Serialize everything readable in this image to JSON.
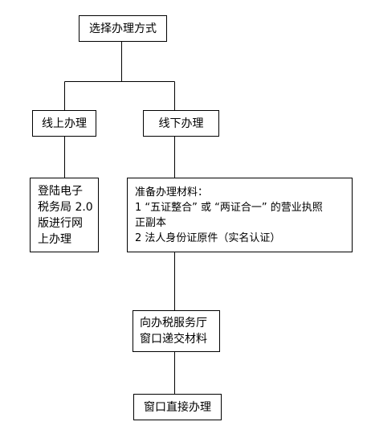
{
  "flowchart": {
    "root": "选择办理方式",
    "online": {
      "label": "线上办理",
      "description_lines": [
        "登陆电子",
        "税务局 2.0",
        "版进行网",
        "上办理"
      ]
    },
    "offline": {
      "label": "线下办理",
      "materials_lines": [
        "准备办理材料：",
        "1 “五证整合” 或 “两证合一” 的营业执照",
        "正副本",
        "2 法人身份证原件（实名认证）"
      ],
      "window_lines": [
        "向办税服务厅",
        "窗口递交材料"
      ],
      "final": "窗口直接办理"
    }
  }
}
